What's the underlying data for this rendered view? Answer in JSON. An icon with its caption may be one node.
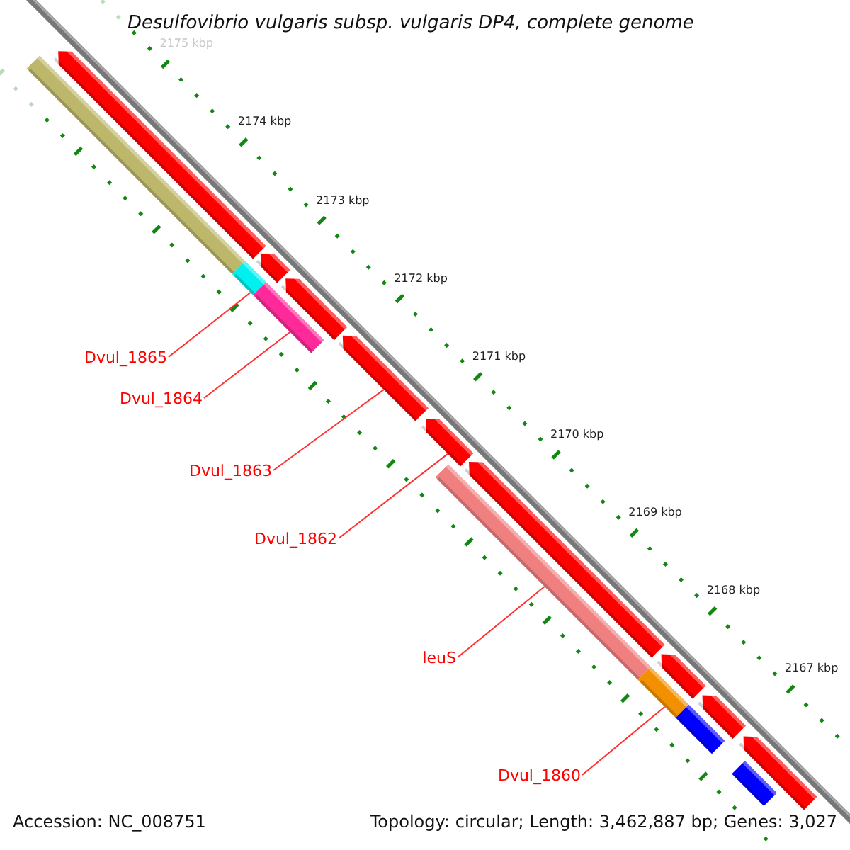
{
  "diagram": {
    "title": "Desulfovibrio vulgaris subsp. vulgaris DP4, complete genome",
    "nodes": [
      {
        "text": [
          "Dvul_1865"
        ]
      },
      {
        "text": [
          "Dvul_1864"
        ]
      },
      {
        "text": [
          "Dvul_1863"
        ]
      },
      {
        "text": [
          "Dvul_1862"
        ]
      },
      {
        "text": [
          "leuS"
        ]
      },
      {
        "text": [
          "Dvul_1860"
        ]
      },
      {
        "text": [],
        "shape": "arrow"
      },
      {
        "text": [],
        "shape": "arrow"
      },
      {
        "text": [],
        "shape": "arrow"
      },
      {
        "text": [],
        "shape": "arrow"
      },
      {
        "text": [],
        "shape": "arrow"
      },
      {
        "text": [],
        "shape": "arrow"
      },
      {
        "text": [],
        "shape": "arrow"
      },
      {
        "text": [],
        "shape": "arrow"
      },
      {
        "text": [],
        "shape": "arrow"
      },
      {
        "text": [],
        "shape": "bar"
      },
      {
        "text": [],
        "shape": "bar"
      },
      {
        "text": [],
        "shape": "bar"
      },
      {
        "text": [],
        "shape": "bar"
      },
      {
        "text": [],
        "shape": "bar"
      },
      {
        "text": [],
        "shape": "bar"
      },
      {
        "text": [],
        "shape": "bar"
      }
    ],
    "edges": [
      {
        "from": 0,
        "to": 16,
        "arrow": "none"
      },
      {
        "from": 1,
        "to": 17,
        "arrow": "none"
      },
      {
        "from": 2,
        "to": 9,
        "arrow": "none"
      },
      {
        "from": 3,
        "to": 10,
        "arrow": "none"
      },
      {
        "from": 4,
        "to": 18,
        "arrow": "none"
      },
      {
        "from": 5,
        "to": 19,
        "arrow": "none"
      }
    ],
    "labels": [
      "2175 kbp",
      "2174 kbp",
      "2173 kbp",
      "2172 kbp",
      "2171 kbp",
      "2170 kbp",
      "2169 kbp",
      "2168 kbp",
      "2167 kbp",
      "Accession: NC_008751",
      "Topology: circular; Length: 3,462,887 bp; Genes: 3,027"
    ]
  }
}
